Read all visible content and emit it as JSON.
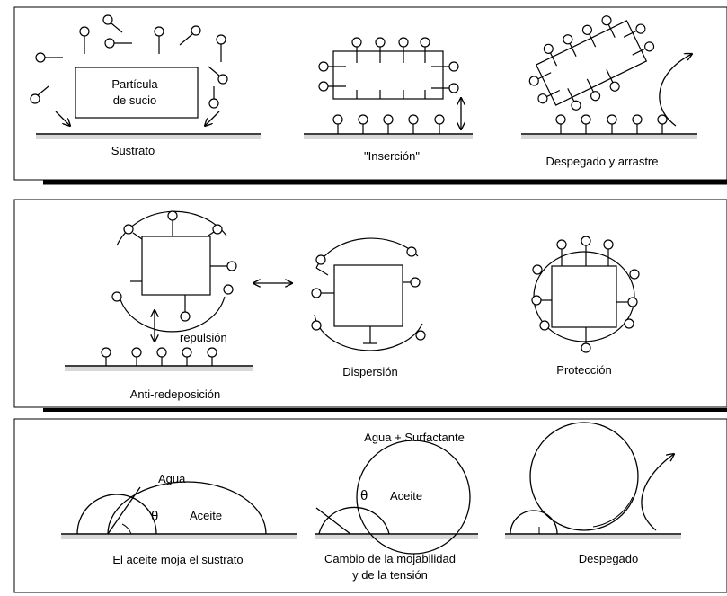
{
  "panel_top": {
    "particle_label_line1": "Partícula",
    "particle_label_line2": "de sucio",
    "substrate_label": "Sustrato",
    "insertion_label": "\"Inserción\"",
    "lift_label": "Despegado y arrastre"
  },
  "panel_middle": {
    "repulsion_label": "repulsión",
    "antiredeposition_label": "Anti-redeposición",
    "dispersion_label": "Dispersión",
    "protection_label": "Protección"
  },
  "panel_bottom": {
    "water_label": "Agua",
    "theta_label_1": "θ",
    "oil_label_1": "Aceite",
    "caption_1": "El aceite moja el sustrato",
    "water_surfactant_label": "Agua + Surfactante",
    "theta_label_2": "θ",
    "oil_label_2": "Aceite",
    "caption_2_line1": "Cambio de la mojabilidad",
    "caption_2_line2": "y de la tensión",
    "caption_3": "Despegado"
  }
}
